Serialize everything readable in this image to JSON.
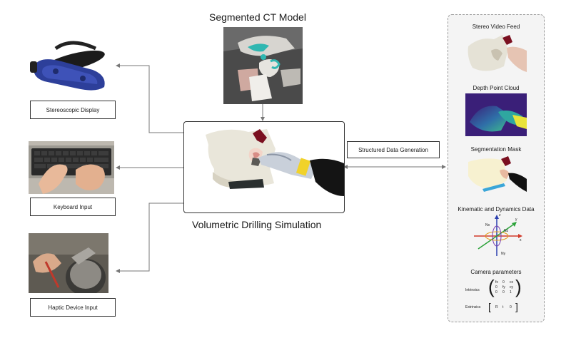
{
  "titles": {
    "ct_model": "Segmented CT Model",
    "simulation": "Volumetric Drilling Simulation"
  },
  "inputs": {
    "display": "Stereoscopic Display",
    "keyboard": "Keyboard Input",
    "haptic": "Haptic Device Input"
  },
  "process": {
    "structured_data": "Structured Data Generation"
  },
  "outputs": {
    "stereo_video": "Stereo Video Feed",
    "depth": "Depth Point Cloud",
    "segmentation": "Segmentation Mask",
    "kinematics": "Kinematic and Dynamics Data",
    "camera": "Camera parameters",
    "intrinsics_label": "Intrinsics",
    "extrinsics_label": "Extrinsics",
    "intrinsics_matrix": [
      [
        "fx",
        "0",
        "cx"
      ],
      [
        "0",
        "fy",
        "cy"
      ],
      [
        "0",
        "0",
        "1"
      ]
    ],
    "extrinsics_matrix": [
      "R",
      "t",
      "0"
    ]
  },
  "axes": {
    "x": "x",
    "y": "y",
    "z": "z",
    "nx": "Nx",
    "ny": "Ny",
    "nz": "Nz"
  },
  "colors": {
    "arrow": "#777777",
    "panel_border": "#999999",
    "headset_blue": "#2d3f9a",
    "marker_yellow": "#f1d22a",
    "depth_purple": "#3a1f78",
    "ct_teal": "#2fb7b1"
  }
}
